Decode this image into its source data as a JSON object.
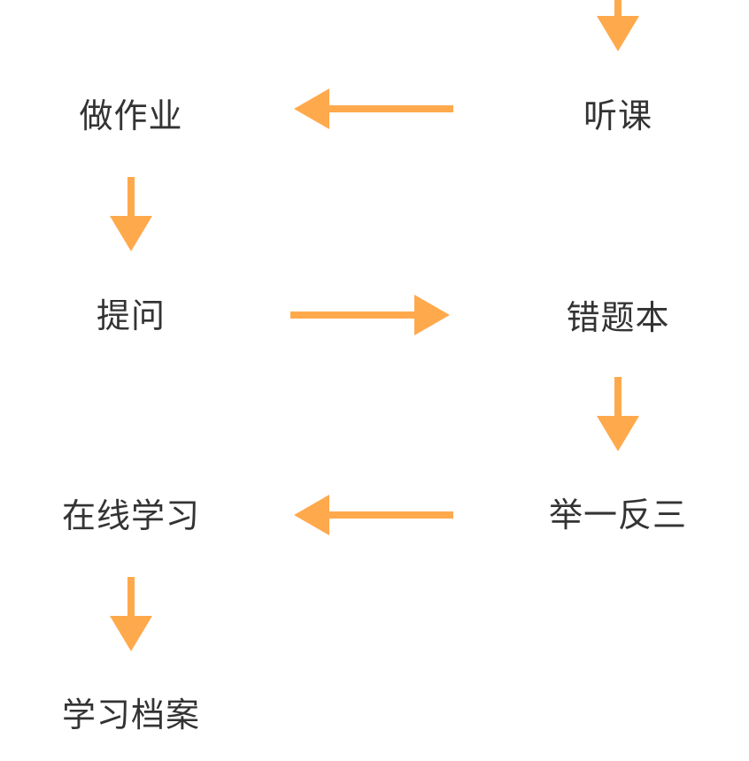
{
  "diagram": {
    "arrow_color": "#FFA94D",
    "text_color": "#333333",
    "nodes": [
      {
        "id": "tingke",
        "label": "听课"
      },
      {
        "id": "zuozuoye",
        "label": "做作业"
      },
      {
        "id": "tiwen",
        "label": "提问"
      },
      {
        "id": "cuotiben",
        "label": "错题本"
      },
      {
        "id": "juyifansan",
        "label": "举一反三"
      },
      {
        "id": "zaixianxuexi",
        "label": "在线学习"
      },
      {
        "id": "xuexidangan",
        "label": "学习档案"
      }
    ],
    "edges": [
      {
        "from": "",
        "to": "tingke"
      },
      {
        "from": "tingke",
        "to": "zuozuoye"
      },
      {
        "from": "zuozuoye",
        "to": "tiwen"
      },
      {
        "from": "tiwen",
        "to": "cuotiben"
      },
      {
        "from": "cuotiben",
        "to": "juyifansan"
      },
      {
        "from": "juyifansan",
        "to": "zaixianxuexi"
      },
      {
        "from": "zaixianxuexi",
        "to": "xuexidangan"
      }
    ]
  }
}
